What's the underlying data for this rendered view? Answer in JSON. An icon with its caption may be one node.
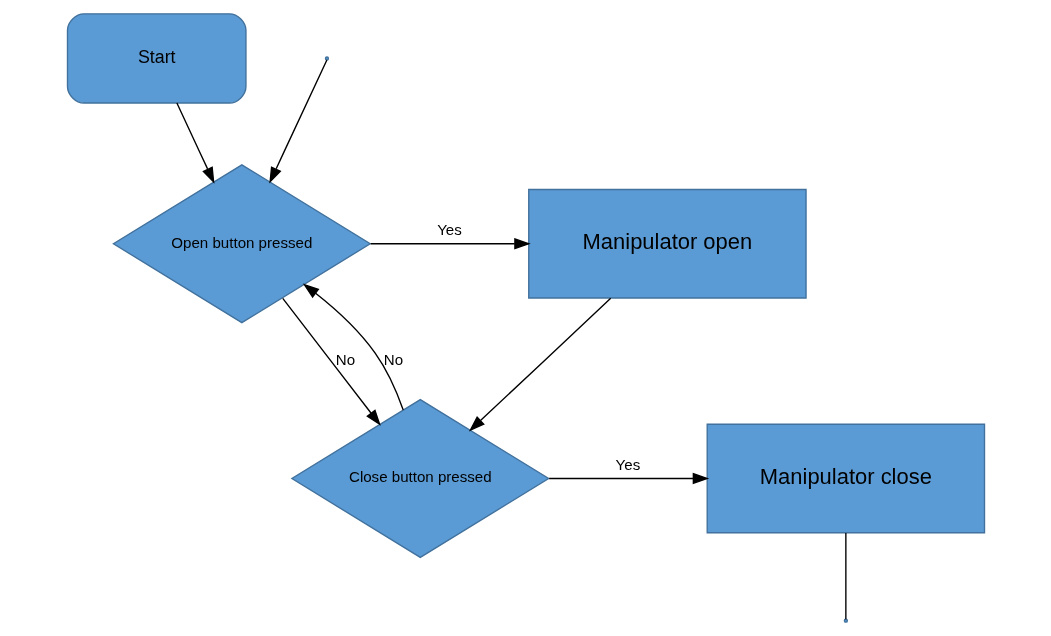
{
  "diagram": {
    "nodes": [
      {
        "text": [
          "Start"
        ]
      },
      {
        "text": [
          "Open button pressed"
        ]
      },
      {
        "text": [
          "Manipulator open"
        ]
      },
      {
        "text": [
          "Close button pressed"
        ]
      },
      {
        "text": [
          "Manipulator close"
        ]
      }
    ],
    "edges": [
      {
        "from": 0,
        "to": 1,
        "arrow": "to"
      },
      {
        "from": 1,
        "to": 2,
        "arrow": "to",
        "label": "Yes"
      },
      {
        "from": 1,
        "to": 3,
        "arrow": "to",
        "label": "No"
      },
      {
        "from": 2,
        "to": 3,
        "arrow": "to"
      },
      {
        "from": 3,
        "to": 4,
        "arrow": "to",
        "label": "Yes"
      },
      {
        "from": 3,
        "to": 1,
        "arrow": "to",
        "label": "No"
      },
      {
        "from": 4,
        "to": null,
        "arrow": "none"
      },
      {
        "from": null,
        "to": 1,
        "arrow": "to"
      }
    ]
  }
}
